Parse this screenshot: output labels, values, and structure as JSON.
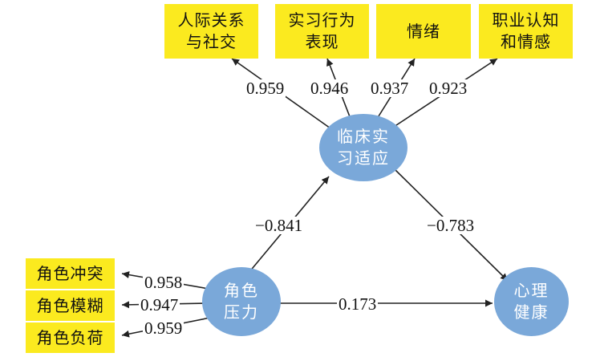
{
  "colors": {
    "indicator_fill": "#fbea1f",
    "latent_fill": "#7aa8d9",
    "latent_text": "#ffffff",
    "arrow": "#222222"
  },
  "latents": {
    "clinical_adaptation": "临床实\n习适应",
    "role_stress": "角色\n压力",
    "mental_health": "心理\n健康"
  },
  "indicators": {
    "interpersonal": "人际关系\n与社交",
    "practice_behavior": "实习行为\n表现",
    "emotion": "情绪",
    "career_cognition": "职业认知\n和情感",
    "role_conflict": "角色冲突",
    "role_ambiguity": "角色模糊",
    "role_overload": "角色负荷"
  },
  "loadings": {
    "interpersonal": "0.959",
    "practice_behavior": "0.946",
    "emotion": "0.937",
    "career_cognition": "0.923",
    "role_conflict": "0.958",
    "role_ambiguity": "0.947",
    "role_overload": "0.959"
  },
  "paths": {
    "stress_to_adaptation": "−0.841",
    "adaptation_to_health": "−0.783",
    "stress_to_health": "0.173"
  }
}
